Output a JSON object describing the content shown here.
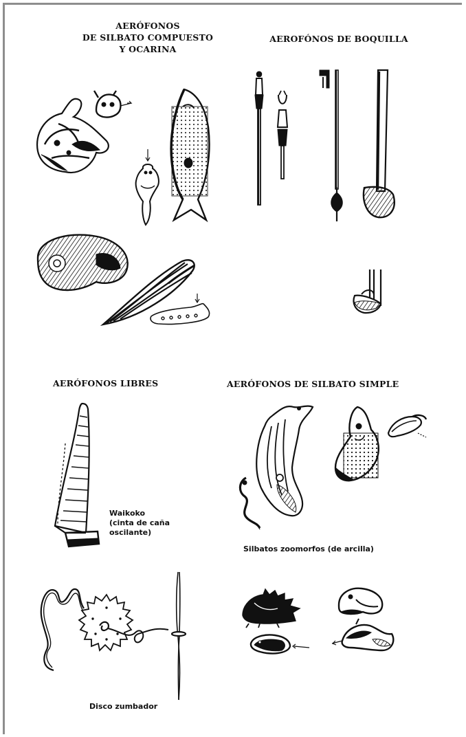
{
  "sections": {
    "compound_whistle": {
      "title_lines": [
        "AERÓFONOS",
        "DE  SILBATO  COMPUESTO",
        "Y   OCARINA"
      ]
    },
    "mouthpiece": {
      "title": "AEROFÓNOS DE BOQUILLA"
    },
    "free": {
      "title": "AERÓFONOS LIBRES",
      "waikoko_caption_lines": [
        "Waikoko",
        "(cinta de caña",
        "oscilante)"
      ],
      "disc_caption": "Disco zumbador"
    },
    "simple_whistle": {
      "title": "AERÓFONOS DE SILBATO SIMPLE",
      "clay_caption": "Silbatos zoomorfos (de arcilla)"
    }
  },
  "colors": {
    "ink": "#111111",
    "frame": "#8e8e8e",
    "paper": "#ffffff"
  }
}
